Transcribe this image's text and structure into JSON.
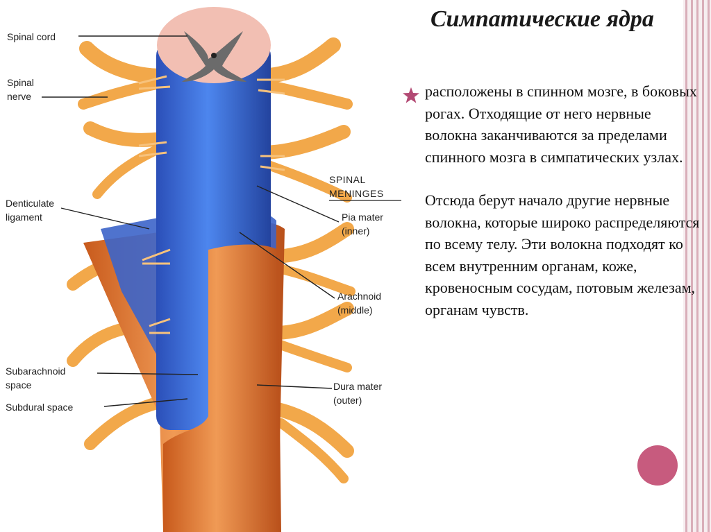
{
  "slide": {
    "title": "Симпатические ядра",
    "paragraph1": "расположены в спинном мозге, в боковых рогах. Отходящие от него нервные волокна заканчиваются за пределами спинного мозга в симпатических узлах.",
    "paragraph2": "Отсюда берут начало другие нервные волокна, которые широко распределяются по всему телу. Эти волокна подходят ко всем внутренним органам, коже, кровеносным сосудам, потовым железам, органам чувств."
  },
  "diagram": {
    "labels": {
      "spinal_cord": "Spinal cord",
      "spinal_nerve_1": "Spinal",
      "spinal_nerve_2": "nerve",
      "meninges_1": "SPINAL",
      "meninges_2": "MENINGES",
      "denticulate_1": "Denticulate",
      "denticulate_2": "ligament",
      "pia_1": "Pia mater",
      "pia_2": "(inner)",
      "arachnoid_1": "Arachnoid",
      "arachnoid_2": "(middle)",
      "subarachnoid_1": "Subarachnoid",
      "subarachnoid_2": "space",
      "subdural": "Subdural space",
      "dura_1": "Dura mater",
      "dura_2": "(outer)"
    }
  },
  "colors": {
    "accent": "#c75b7e",
    "nerve": "#f2a84a",
    "pia": "#3a6fd6",
    "dura": "#e0782f"
  }
}
